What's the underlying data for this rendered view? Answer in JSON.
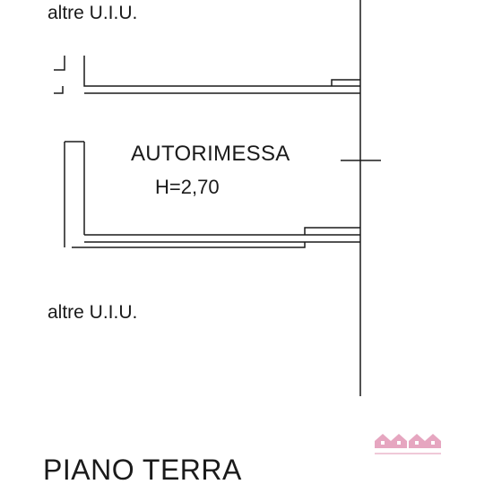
{
  "labels": {
    "top_unit": "altre U.I.U.",
    "room_name": "AUTORIMESSA",
    "room_height": "H=2,70",
    "bottom_unit": "altre U.I.U.",
    "floor_title": "PIANO TERRA"
  },
  "colors": {
    "line": "#1a1a1a",
    "logo": "#e6a6c0"
  },
  "icons": {
    "logo": "houses-logo"
  }
}
